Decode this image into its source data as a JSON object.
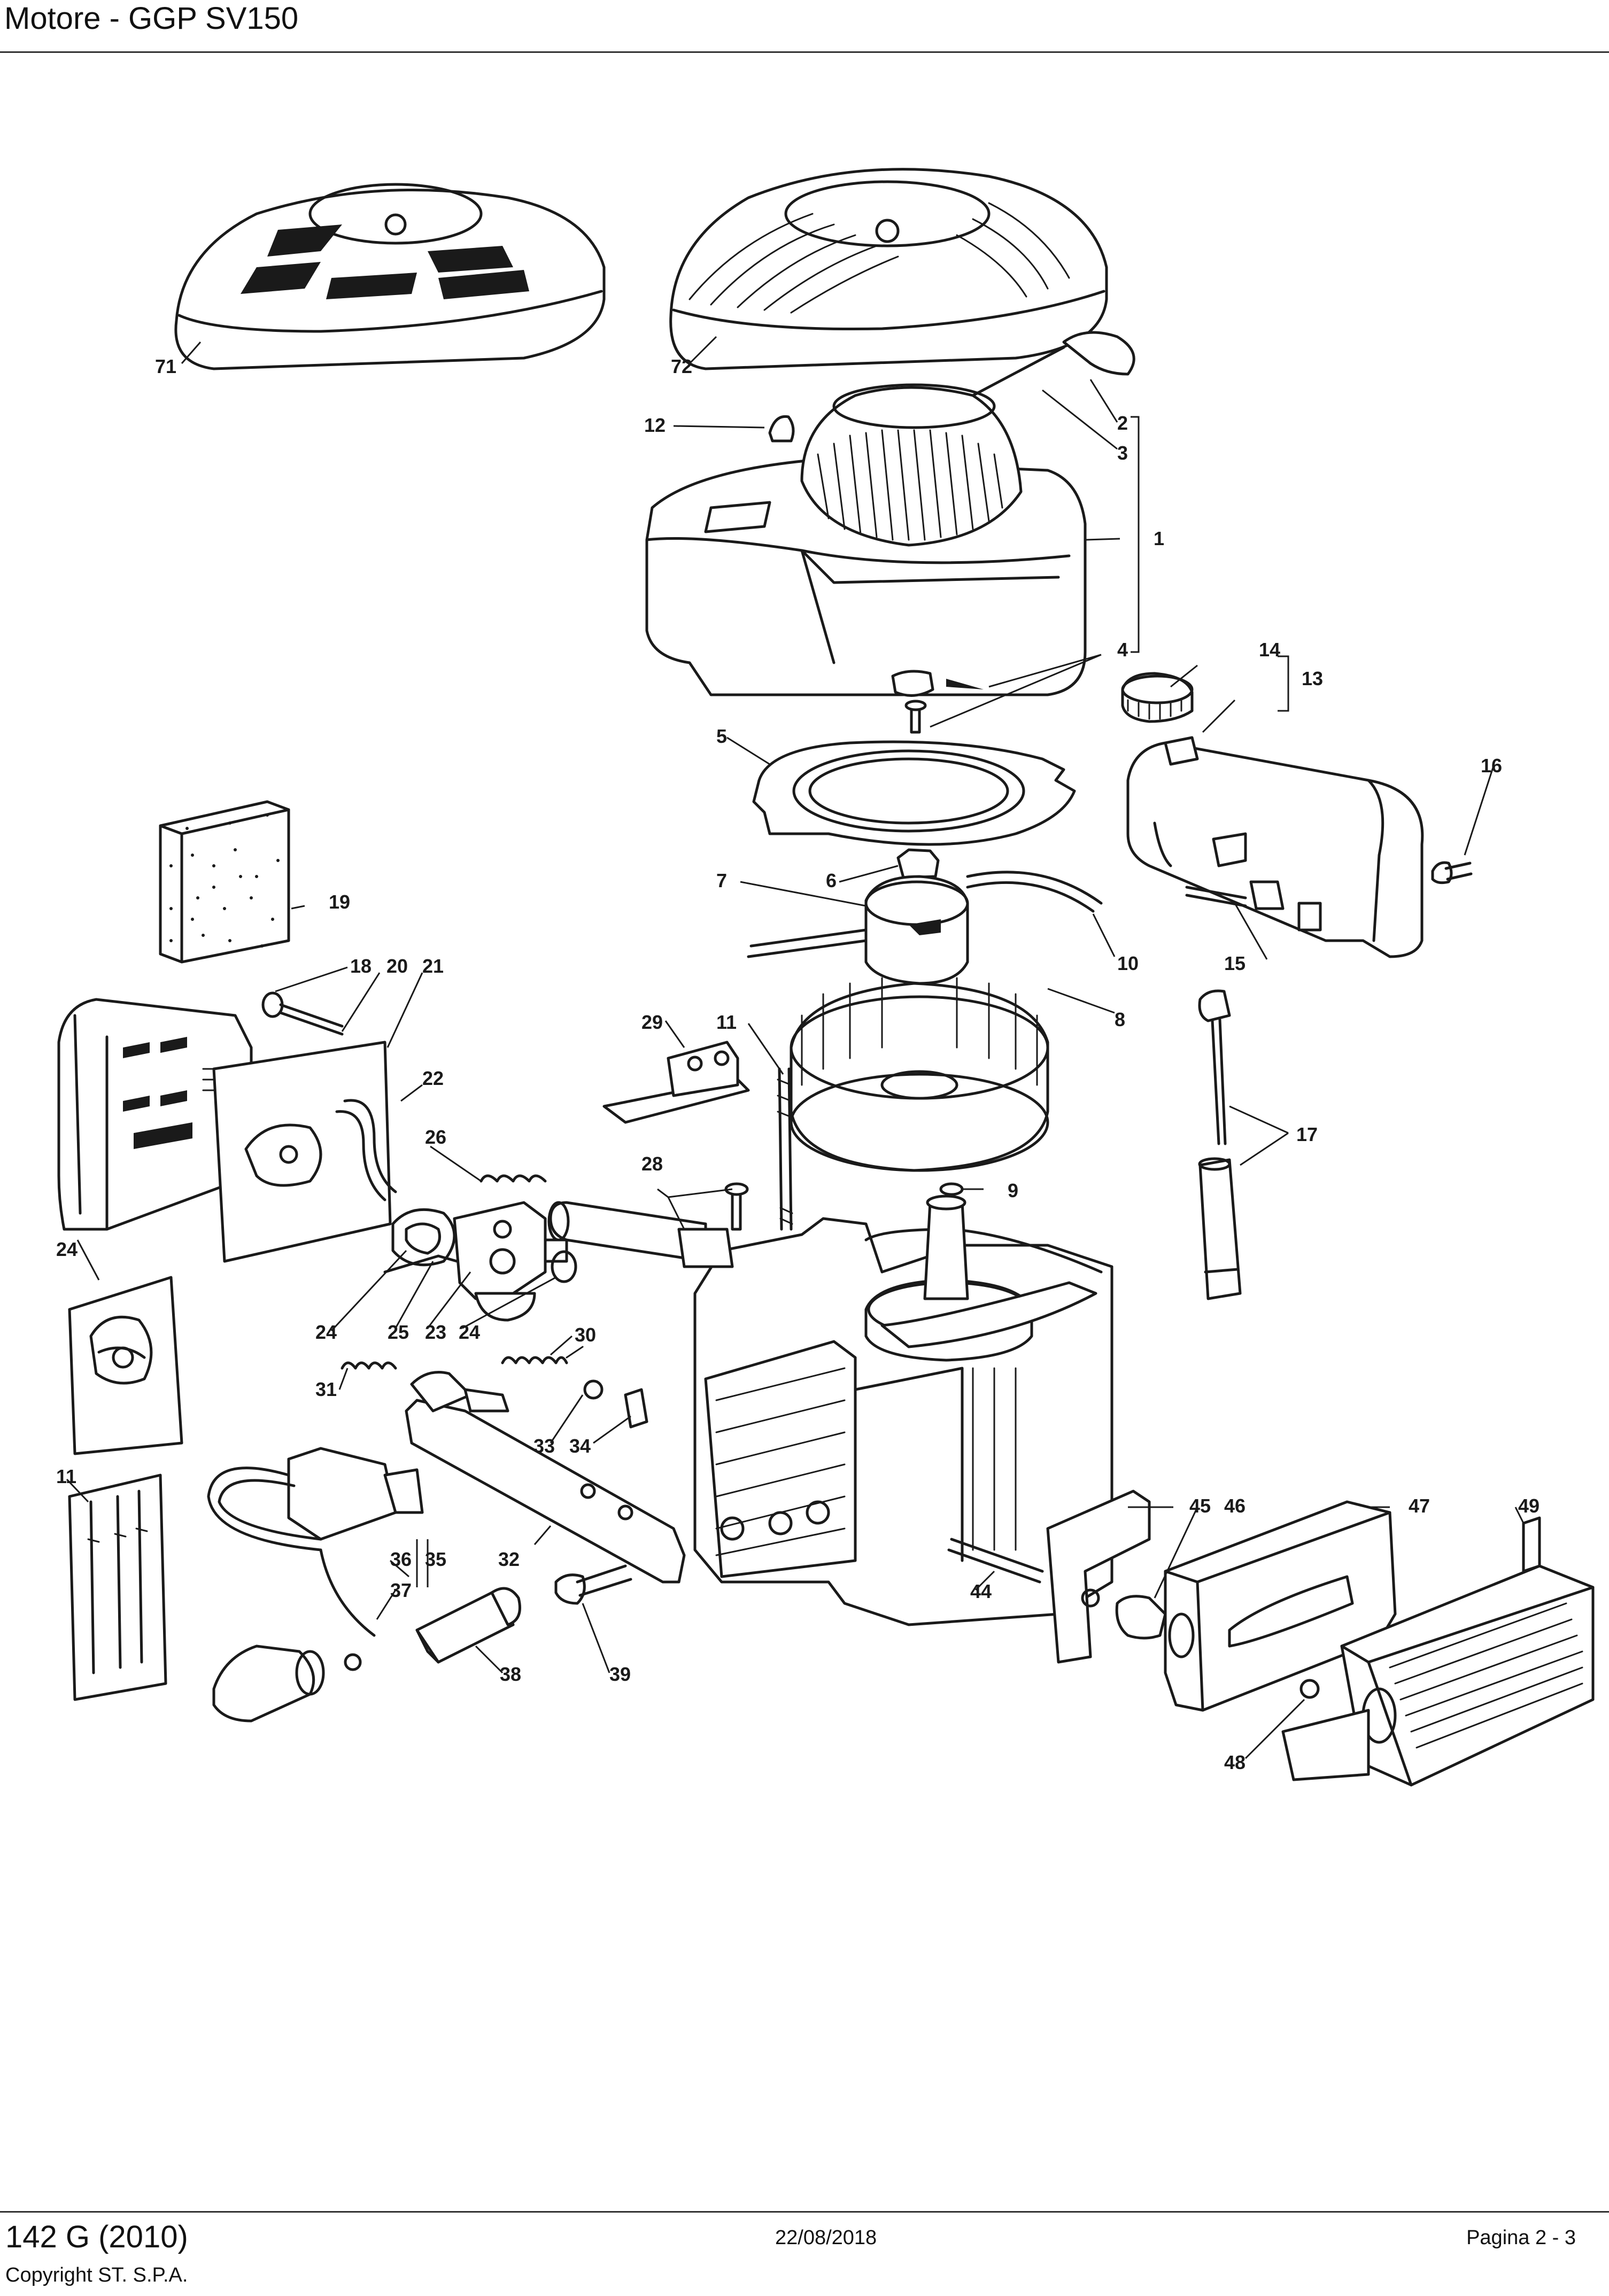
{
  "header": {
    "title": "Motore - GGP SV150"
  },
  "footer": {
    "model": "142 G (2010)",
    "copyright": "Copyright ST. S.P.A.",
    "date": "22/08/2018",
    "page": "Pagina 2 - 3"
  },
  "callouts": {
    "c1": "1",
    "c2": "2",
    "c3": "3",
    "c4": "4",
    "c5": "5",
    "c6": "6",
    "c7": "7",
    "c8": "8",
    "c9": "9",
    "c10": "10",
    "c11a": "11",
    "c11b": "11",
    "c12": "12",
    "c13": "13",
    "c14": "14",
    "c15": "15",
    "c16": "16",
    "c17": "17",
    "c18": "18",
    "c19": "19",
    "c20": "20",
    "c21": "21",
    "c22": "22",
    "c23": "23",
    "c24a": "24",
    "c24b": "24",
    "c24c": "24",
    "c25": "25",
    "c26": "26",
    "c28": "28",
    "c29": "29",
    "c30": "30",
    "c31": "31",
    "c32": "32",
    "c33": "33",
    "c34": "34",
    "c35": "35",
    "c36": "36",
    "c37": "37",
    "c38": "38",
    "c39": "39",
    "c44": "44",
    "c45": "45",
    "c46": "46",
    "c47": "47",
    "c48": "48",
    "c49": "49",
    "c71": "71",
    "c72": "72"
  }
}
